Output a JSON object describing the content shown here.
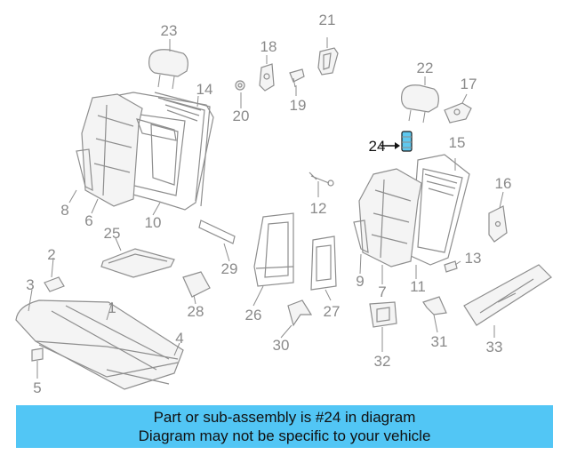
{
  "diagram": {
    "callouts": [
      "1",
      "2",
      "3",
      "4",
      "5",
      "6",
      "7",
      "8",
      "9",
      "10",
      "11",
      "12",
      "13",
      "14",
      "15",
      "16",
      "17",
      "18",
      "19",
      "20",
      "21",
      "22",
      "23",
      "25",
      "26",
      "27",
      "28",
      "29",
      "30",
      "31",
      "32",
      "33"
    ],
    "highlighted_callout": "24"
  },
  "banner": {
    "line1": "Part or sub-assembly is #24 in diagram",
    "line2": "Diagram may not be specific to your vehicle"
  },
  "colors": {
    "banner_bg": "#52c6f5",
    "highlight_part": "#5ec8ef",
    "line_art": "#8e8e8e"
  }
}
